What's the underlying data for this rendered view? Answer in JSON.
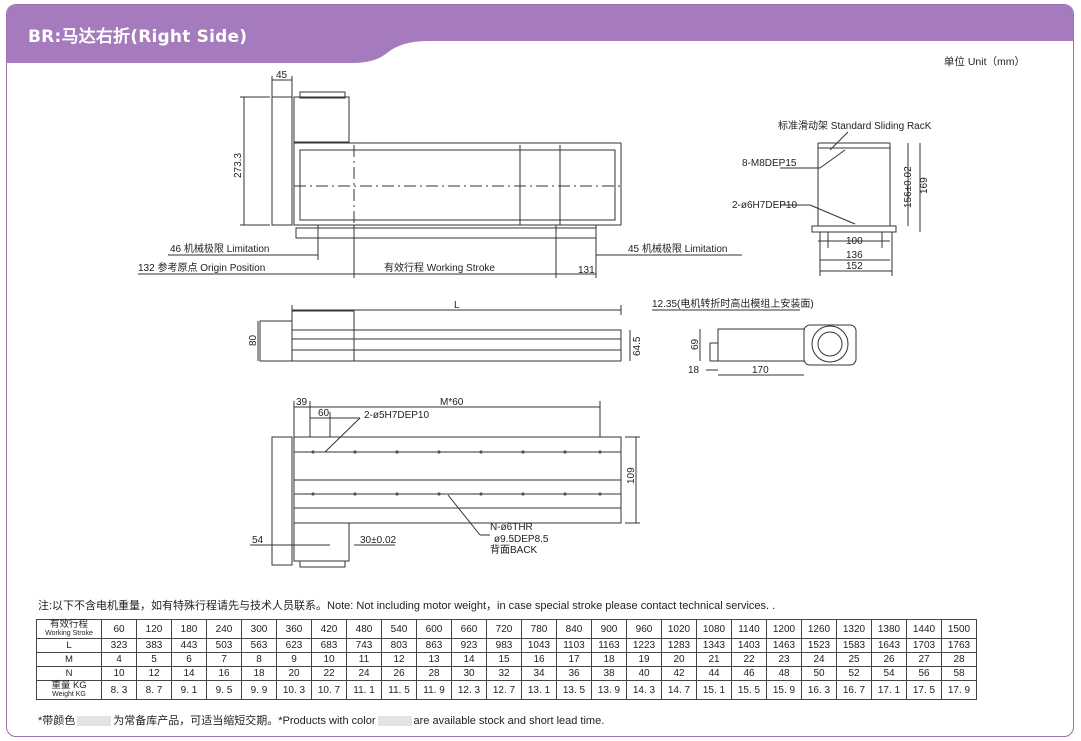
{
  "title": "BR:马达右折(Right Side)",
  "unit": "单位 Unit（mm）",
  "labels": {
    "top_dim": "45",
    "height_dim": "273.3",
    "limit_left": "46 机械极限 Limitation",
    "origin": "132 参考原点 Origin Position",
    "stroke": "有效行程 Working Stroke",
    "end_dim": "131",
    "limit_right": "45 机械极限 Limitation",
    "slide_rack": "标准滑动架 Standard Sliding RacK",
    "m8": "8-M8DEP15",
    "h7": "2-ø6H7DEP10",
    "d156": "156±0.02",
    "d169": "169",
    "d100": "100",
    "d136": "136",
    "d152": "152",
    "L": "L",
    "d80": "80",
    "d645": "64.5",
    "motor_note": "12.35(电机转折时高出模组上安装面)",
    "d69": "69",
    "d18": "18",
    "d170": "170",
    "d39": "39",
    "d60": "60",
    "m60": "M*60",
    "h5": "2-ø5H7DEP10",
    "d109": "109",
    "n6": "N-ø6THR",
    "d95": "ø9.5DEP8.5",
    "back": "背面BACK",
    "d54": "54",
    "d30": "30±0.02"
  },
  "note": "注:以下不含电机重量，如有特殊行程请先与技术人员联系。Note: Not including motor weight，in case special stroke please contact technical services. .",
  "footer": {
    "a": "*带颜色",
    "b": "为常备库产品，可适当缩短交期。*Products with color",
    "c": "are available stock  and short lead time."
  },
  "table": {
    "headers": {
      "stroke": "有效行程",
      "stroke_en": "Working Stroke",
      "L": "L",
      "M": "M",
      "N": "N",
      "weight": "重量 KG",
      "weight_en": "Weight KG"
    },
    "stroke": [
      "60",
      "120",
      "180",
      "240",
      "300",
      "360",
      "420",
      "480",
      "540",
      "600",
      "660",
      "720",
      "780",
      "840",
      "900",
      "960",
      "1020",
      "1080",
      "1140",
      "1200",
      "1260",
      "1320",
      "1380",
      "1440",
      "1500"
    ],
    "L": [
      "323",
      "383",
      "443",
      "503",
      "563",
      "623",
      "683",
      "743",
      "803",
      "863",
      "923",
      "983",
      "1043",
      "1103",
      "1163",
      "1223",
      "1283",
      "1343",
      "1403",
      "1463",
      "1523",
      "1583",
      "1643",
      "1703",
      "1763"
    ],
    "M": [
      "4",
      "5",
      "6",
      "7",
      "8",
      "9",
      "10",
      "11",
      "12",
      "13",
      "14",
      "15",
      "16",
      "17",
      "18",
      "19",
      "20",
      "21",
      "22",
      "23",
      "24",
      "25",
      "26",
      "27",
      "28"
    ],
    "N": [
      "10",
      "12",
      "14",
      "16",
      "18",
      "20",
      "22",
      "24",
      "26",
      "28",
      "30",
      "32",
      "34",
      "36",
      "38",
      "40",
      "42",
      "44",
      "46",
      "48",
      "50",
      "52",
      "54",
      "56",
      "58"
    ],
    "weight": [
      "8. 3",
      "8. 7",
      "9. 1",
      "9. 5",
      "9. 9",
      "10. 3",
      "10. 7",
      "11. 1",
      "11. 5",
      "11. 9",
      "12. 3",
      "12. 7",
      "13. 1",
      "13. 5",
      "13. 9",
      "14. 3",
      "14. 7",
      "15. 1",
      "15. 5",
      "15. 9",
      "16. 3",
      "16. 7",
      "17. 1",
      "17. 5",
      "17. 9"
    ]
  },
  "colors": {
    "accent": "#9b6fb0",
    "header": "#a57bbd"
  }
}
